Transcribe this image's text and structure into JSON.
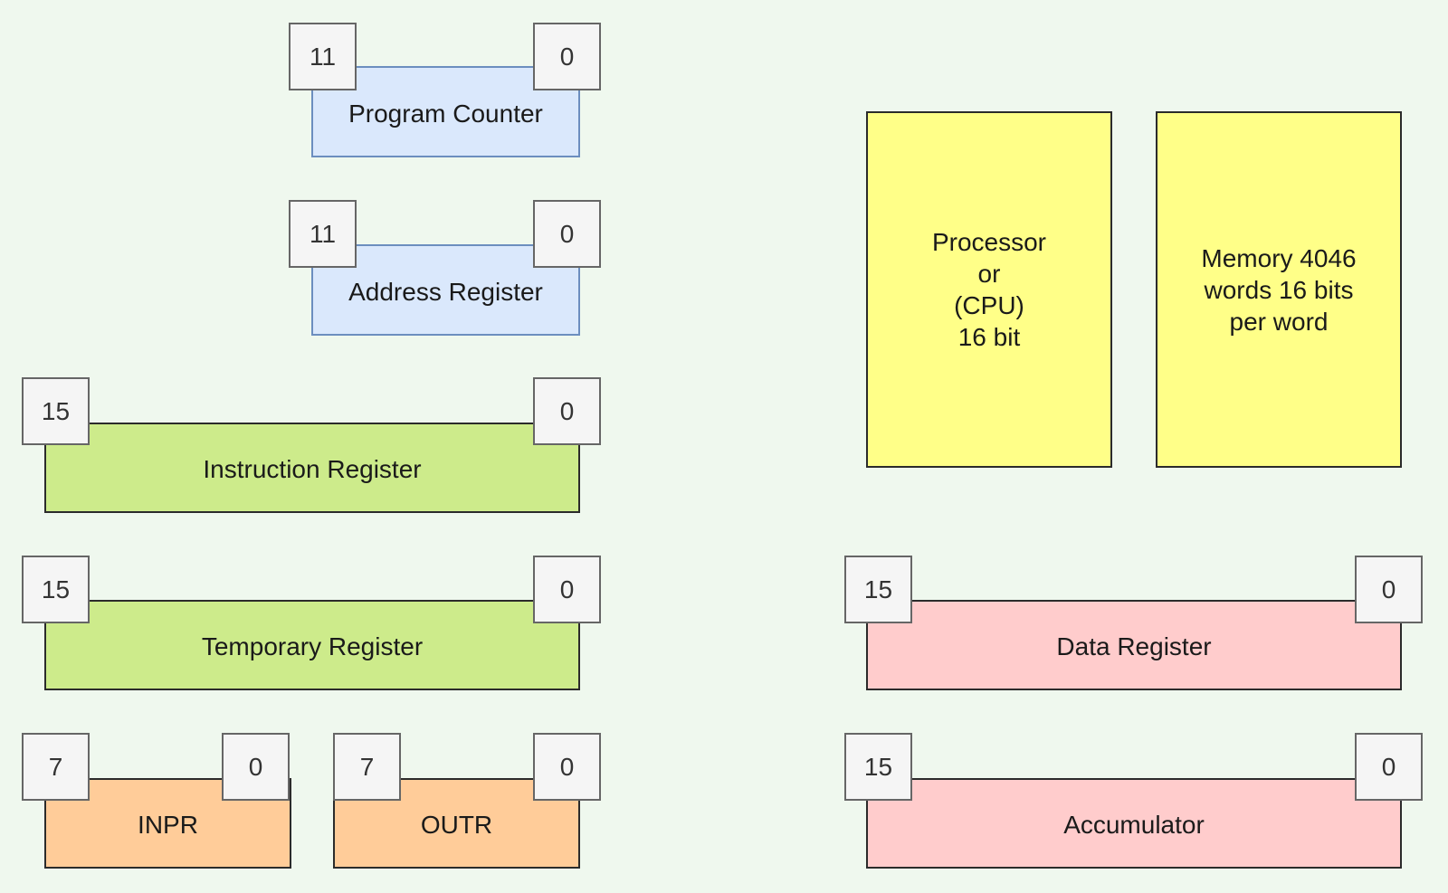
{
  "registers": {
    "program_counter": {
      "label": "Program Counter",
      "high_bit": "11",
      "low_bit": "0"
    },
    "address_register": {
      "label": "Address Register",
      "high_bit": "11",
      "low_bit": "0"
    },
    "instruction_register": {
      "label": "Instruction Register",
      "high_bit": "15",
      "low_bit": "0"
    },
    "temporary_register": {
      "label": "Temporary Register",
      "high_bit": "15",
      "low_bit": "0"
    },
    "inpr": {
      "label": "INPR",
      "high_bit": "7",
      "low_bit": "0"
    },
    "outr": {
      "label": "OUTR",
      "high_bit": "7",
      "low_bit": "0"
    },
    "data_register": {
      "label": "Data Register",
      "high_bit": "15",
      "low_bit": "0"
    },
    "accumulator": {
      "label": "Accumulator",
      "high_bit": "15",
      "low_bit": "0"
    }
  },
  "processor": {
    "label": "Processor\nor\n(CPU)\n16 bit"
  },
  "memory": {
    "label": "Memory 4046\nwords 16 bits\nper word"
  },
  "colors": {
    "background": "#eff8ee",
    "blue_register": "#dae8fc",
    "green_register": "#cdeb8b",
    "orange_register": "#ffcc99",
    "red_register": "#ffcccc",
    "yellow_block": "#ffff88",
    "bit_box": "#f5f5f5"
  }
}
